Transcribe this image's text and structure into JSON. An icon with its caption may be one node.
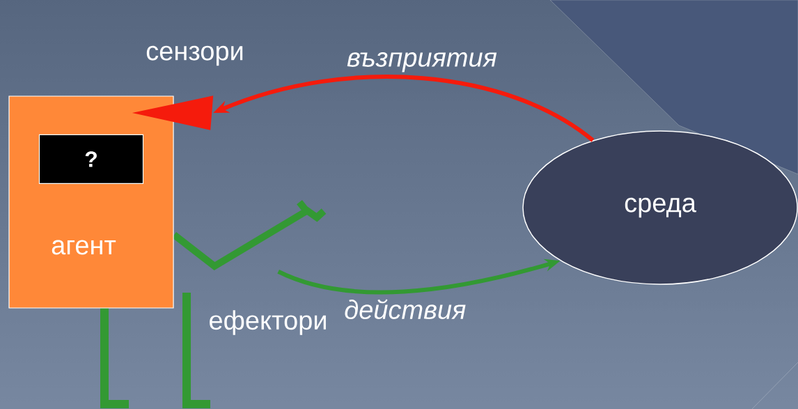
{
  "diagram": {
    "nodes": [
      {
        "text": [
          "агент"
        ]
      },
      {
        "text": [
          "?"
        ],
        "in": 0
      },
      {
        "text": [
          "среда"
        ]
      },
      {
        "text": [],
        "shape": "triangle"
      },
      {
        "text": [],
        "shape": "arm"
      }
    ],
    "edges": [
      {
        "from": 2,
        "to": 3,
        "arrow": "to",
        "color": "#f51b0c",
        "label": "*възприятия*"
      },
      {
        "from": 4,
        "to": 2,
        "arrow": "to",
        "color": "#339933",
        "label": "*действия*"
      }
    ],
    "labels": [
      "сензори",
      "ефектори"
    ]
  }
}
